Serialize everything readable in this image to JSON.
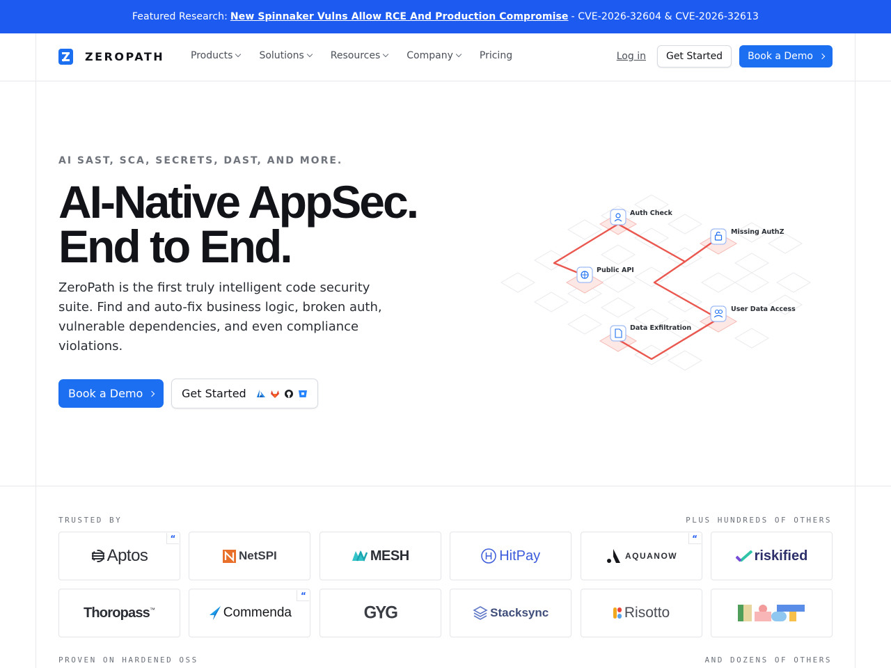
{
  "banner": {
    "prefix": "Featured Research:",
    "link": "New Spinnaker Vulns Allow RCE And Production Compromise",
    "suffix": "- CVE-2026-32604 & CVE-2026-32613"
  },
  "nav": {
    "brand": "ZEROPATH",
    "menu": [
      "Products",
      "Solutions",
      "Resources",
      "Company",
      "Pricing"
    ],
    "login": "Log in",
    "get_started": "Get Started",
    "book_demo": "Book a Demo"
  },
  "hero": {
    "eyebrow": "AI SAST, SCA, SECRETS, DAST, AND MORE.",
    "headline_1": "AI-Native AppSec.",
    "headline_2": "End to End.",
    "subtitle": "ZeroPath is the first truly intelligent code security suite. Find and auto-fix business logic, broken auth, vulnerable dependencies, and even compliance violations.",
    "cta_primary": "Book a Demo",
    "cta_secondary": "Get Started",
    "providers": [
      "azure-icon",
      "gitlab-icon",
      "github-icon",
      "bitbucket-icon"
    ]
  },
  "diagram": {
    "nodes": [
      "Auth Check",
      "Missing AuthZ",
      "Public API",
      "User Data Access",
      "Data Exfiltration"
    ]
  },
  "trusted": {
    "label": "TRUSTED BY",
    "more": "PLUS HUNDREDS OF OTHERS",
    "logos": [
      "Aptos",
      "NetSPI",
      "MESH",
      "HitPay",
      "AQUANOW",
      "riskified",
      "Thoropass",
      "Commenda",
      "GYG",
      "Stacksync",
      "Risotto",
      ""
    ]
  },
  "oss": {
    "label": "PROVEN ON HARDENED OSS",
    "more": "AND DOZENS OF OTHERS"
  },
  "colors": {
    "brand_blue": "#1d6ff2",
    "banner_blue": "#1d5bf0",
    "attack_path_red": "#e8453c"
  }
}
